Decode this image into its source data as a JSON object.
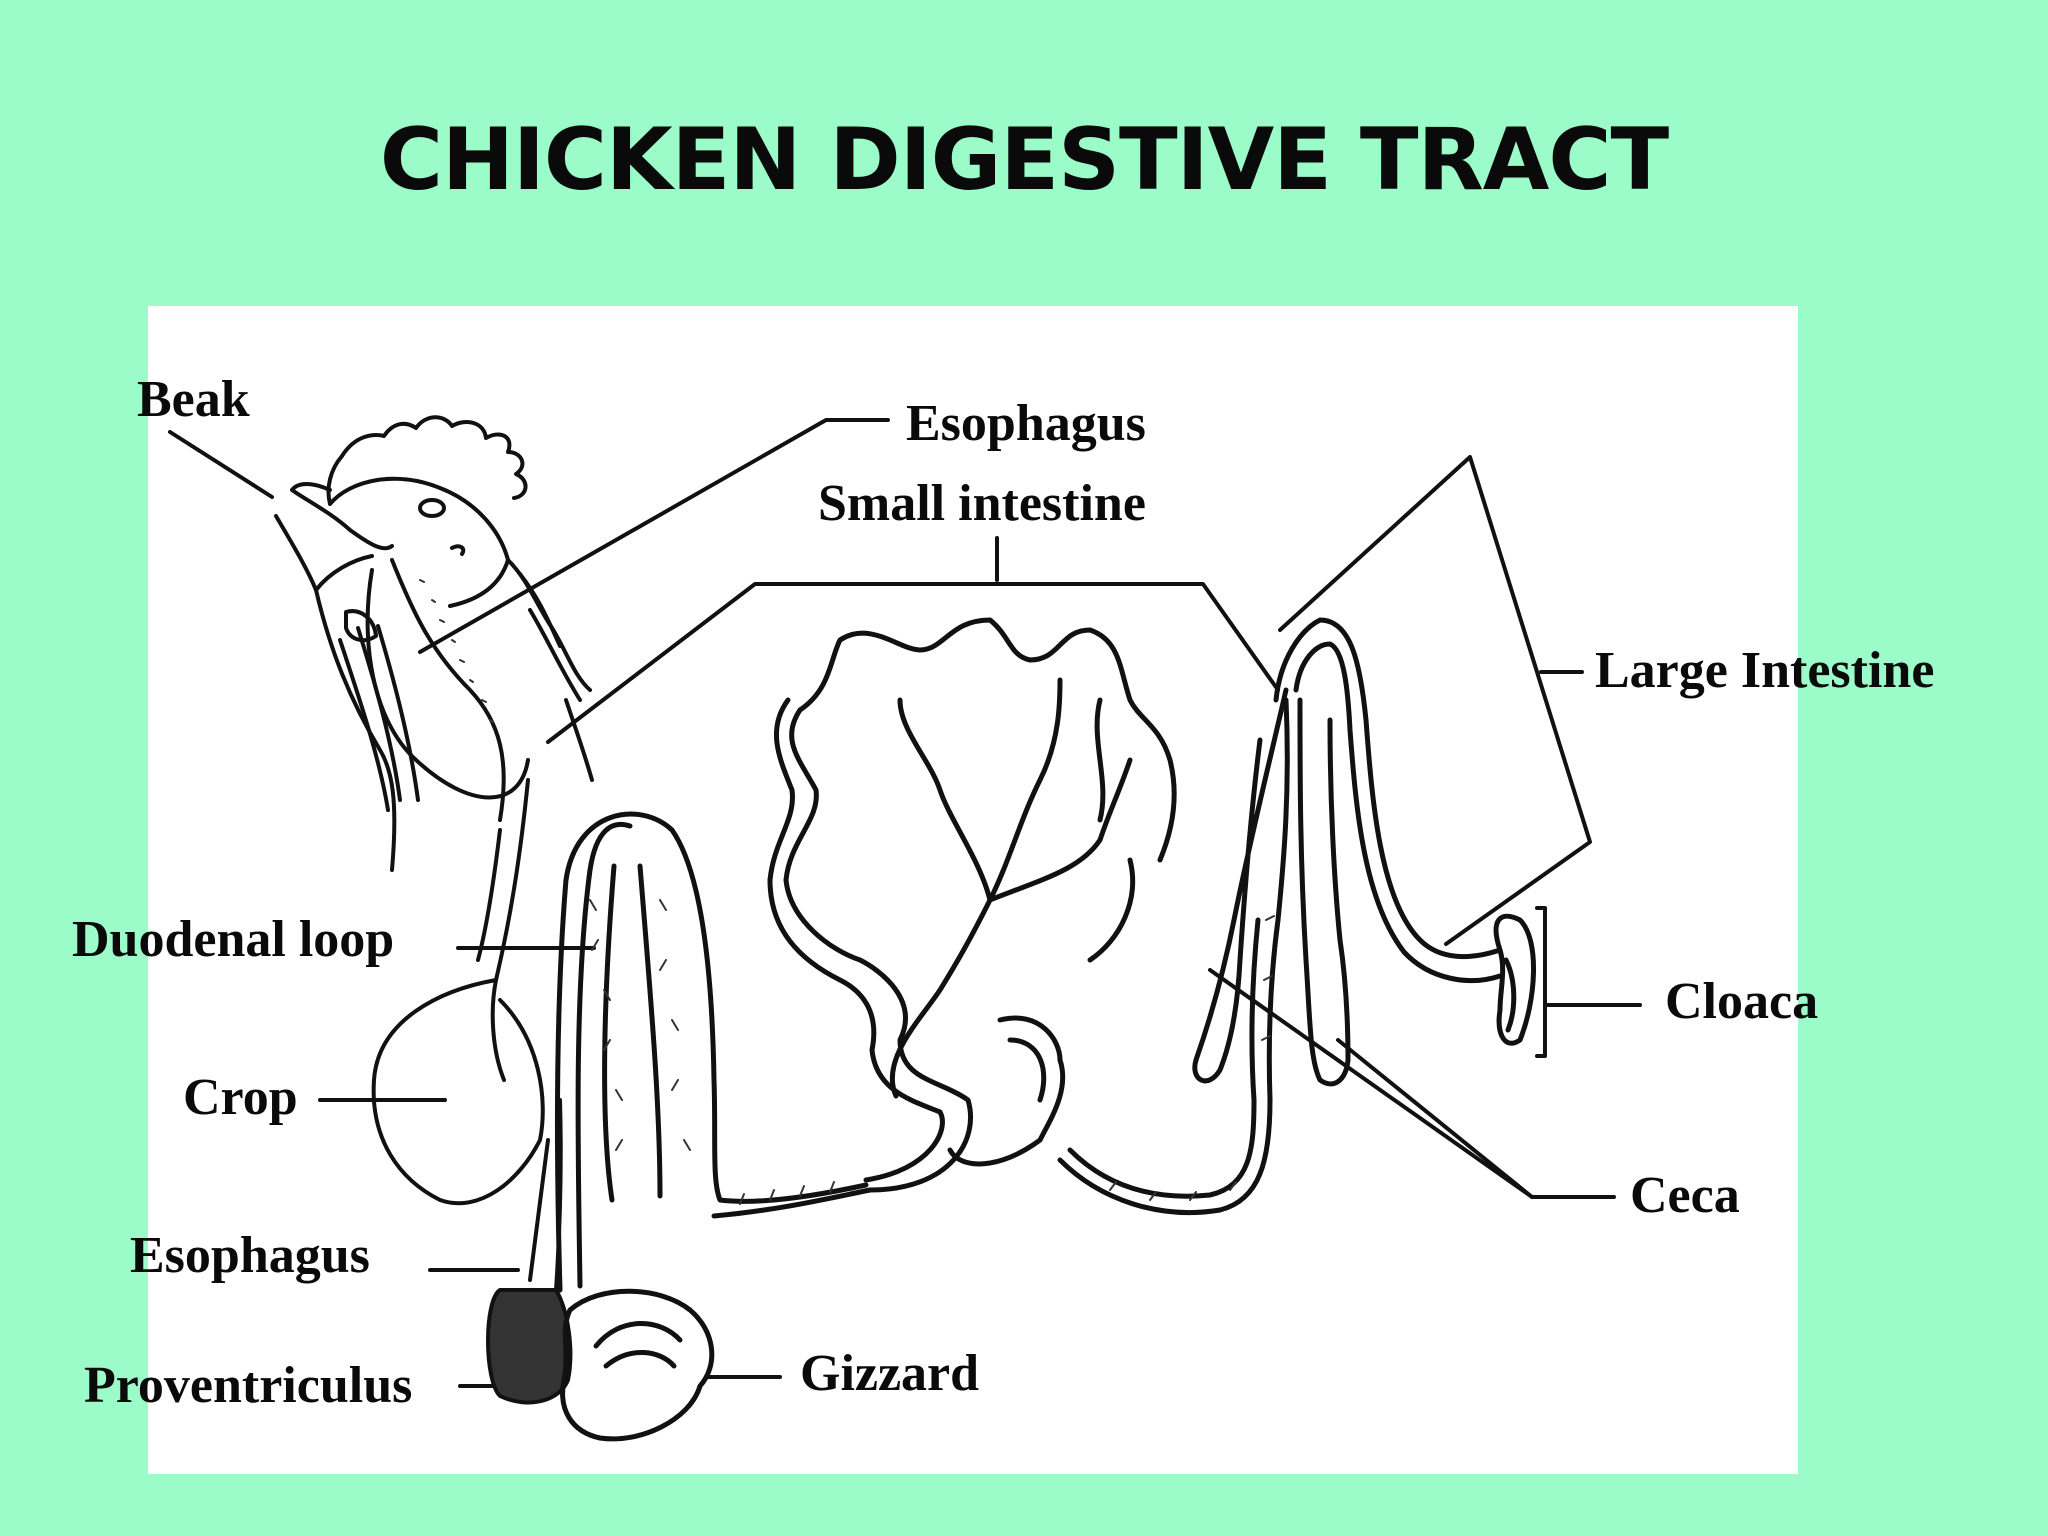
{
  "slide": {
    "background_color": "#9bfcc9",
    "panel_color": "#ffffff",
    "title": "CHICKEN DIGESTIVE TRACT"
  },
  "labels": {
    "beak": "Beak",
    "esophagus_top": "Esophagus",
    "small_intestine": "Small intestine",
    "large_intestine": "Large Intestine",
    "duodenal_loop": "Duodenal loop",
    "cloaca": "Cloaca",
    "crop": "Crop",
    "ceca": "Ceca",
    "esophagus_bottom": "Esophagus",
    "gizzard": "Gizzard",
    "proventriculus": "Proventriculus"
  }
}
